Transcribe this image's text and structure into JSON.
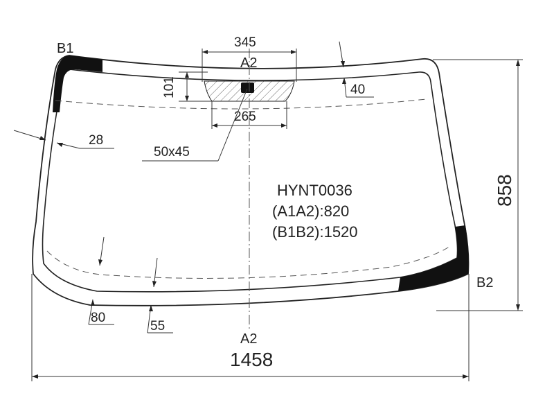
{
  "part_code": "HYNT0036",
  "spec_a": "(A1A2):820",
  "spec_b": "(B1B2):1520",
  "labels": {
    "b1": "B1",
    "b2": "B2",
    "a2_top": "A2",
    "a2_bottom": "A2"
  },
  "dimensions": {
    "width_total": "1458",
    "height_total": "858",
    "top_width": "345",
    "bottom_width": "265",
    "bracket_height": "101",
    "edge_40": "40",
    "edge_28": "28",
    "edge_80": "80",
    "edge_55": "55",
    "sensor_size": "50x45"
  },
  "colors": {
    "line": "#222222",
    "black_print": "#111111",
    "hatch": "#666666"
  }
}
